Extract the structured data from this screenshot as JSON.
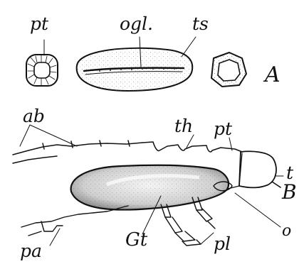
{
  "figure": {
    "ink_color": "#111111",
    "panels": [
      {
        "id": "A",
        "label": "A",
        "annotations": {
          "pt": "pt",
          "ogl": "ogl.",
          "ts": "ts"
        }
      },
      {
        "id": "B",
        "label": "B",
        "annotations": {
          "ab": "ab",
          "th": "th",
          "pt": "pt",
          "t": "t",
          "gt": "Gt",
          "o": "o",
          "pl": "pl",
          "pa": "pa"
        }
      }
    ]
  }
}
